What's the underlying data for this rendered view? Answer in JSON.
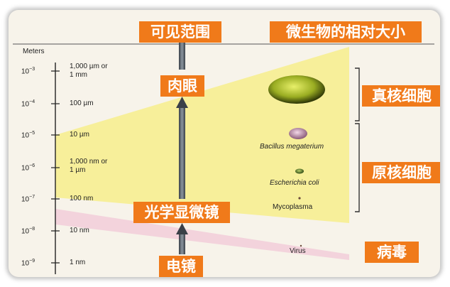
{
  "axis": {
    "unit_label": "Meters",
    "ticks": [
      {
        "exponent": "10",
        "power": "−3",
        "size_line1": "1,000 µm or",
        "size_line2": "1 mm"
      },
      {
        "exponent": "10",
        "power": "−4",
        "size_line1": "100 µm",
        "size_line2": ""
      },
      {
        "exponent": "10",
        "power": "−5",
        "size_line1": "10 µm",
        "size_line2": ""
      },
      {
        "exponent": "10",
        "power": "−6",
        "size_line1": "1,000 nm or",
        "size_line2": "1 µm"
      },
      {
        "exponent": "10",
        "power": "−7",
        "size_line1": "100 nm",
        "size_line2": ""
      },
      {
        "exponent": "10",
        "power": "−8",
        "size_line1": "10 nm",
        "size_line2": ""
      },
      {
        "exponent": "10",
        "power": "−9",
        "size_line1": "1 nm",
        "size_line2": ""
      }
    ]
  },
  "labels": {
    "visible_range": "可见范围",
    "relative_size": "微生物的相对大小",
    "naked_eye": "肉眼",
    "light_microscope": "光学显微镜",
    "electron_microscope": "电镜",
    "eukaryote": "真核细胞",
    "prokaryote": "原核细胞",
    "virus_group": "病毒"
  },
  "organisms": {
    "bacillus": "Bacillus megaterium",
    "ecoli": "Escherichia coli",
    "mycoplasma": "Mycoplasma",
    "virus": "Virus"
  },
  "colors": {
    "label_bg": "#f07a1a",
    "visible_band": "#f7ef9a",
    "virus_band": "#f3d3dc",
    "eukaryote_cell": "#b8c83a"
  }
}
